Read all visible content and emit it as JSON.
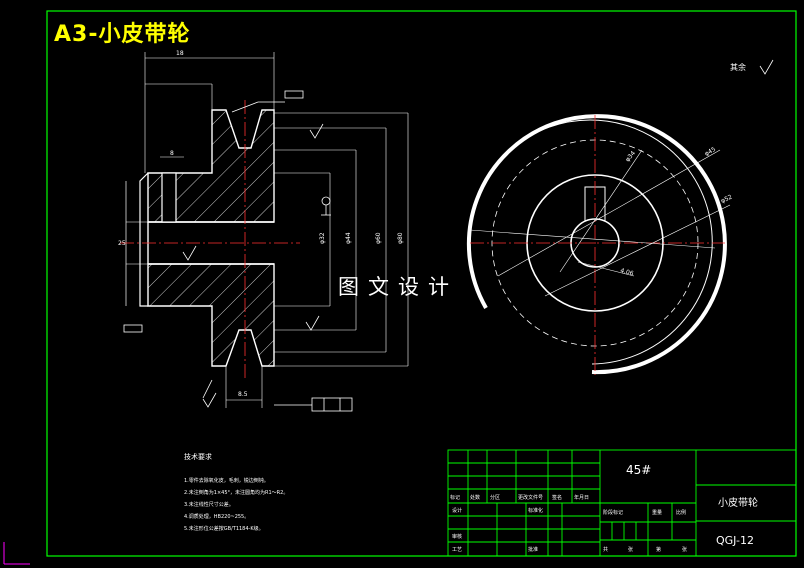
{
  "title": "A3-小皮带轮",
  "watermark": "图文设计",
  "surface_note": "其余",
  "dimensions": {
    "top_width": "18",
    "hub_width": "8",
    "bore": "25",
    "groove_pitch": "8.5",
    "d1": "φ32",
    "d2": "φ44",
    "d3": "φ60",
    "d4": "φ80",
    "r1": "φ34",
    "r2": "φ45",
    "r3": "φ52",
    "r4": "4.06"
  },
  "tech_requirements": {
    "heading": "技术要求",
    "items": [
      "1.零件去除氧化皮，毛刺，锐边倒钝。",
      "2.未注倒角为1×45°，未注圆角均为R1～R2。",
      "3.未注线性尺寸公差。",
      "4.调质处理，HB220~255。",
      "5.未注形位公差按GB/T1184-K级。"
    ]
  },
  "title_block": {
    "material": "45#",
    "part_name": "小皮带轮",
    "drawing_no": "QGJ-12",
    "row_labels": [
      "标记",
      "处数",
      "分区",
      "更改文件号",
      "签名",
      "年月日"
    ],
    "design": "设计",
    "standardize": "标准化",
    "check": "审核",
    "process": "工艺",
    "approve": "批准",
    "stage_mark": "阶段标记",
    "weight": "重量",
    "scale": "比例",
    "sheets_total": "共",
    "sheets": "张",
    "sheet_no": "第"
  },
  "colors": {
    "outline": "#ffffff",
    "center": "#ff3030",
    "dimension": "#ffffff",
    "border": "#00ff00",
    "title": "#ffff00"
  }
}
